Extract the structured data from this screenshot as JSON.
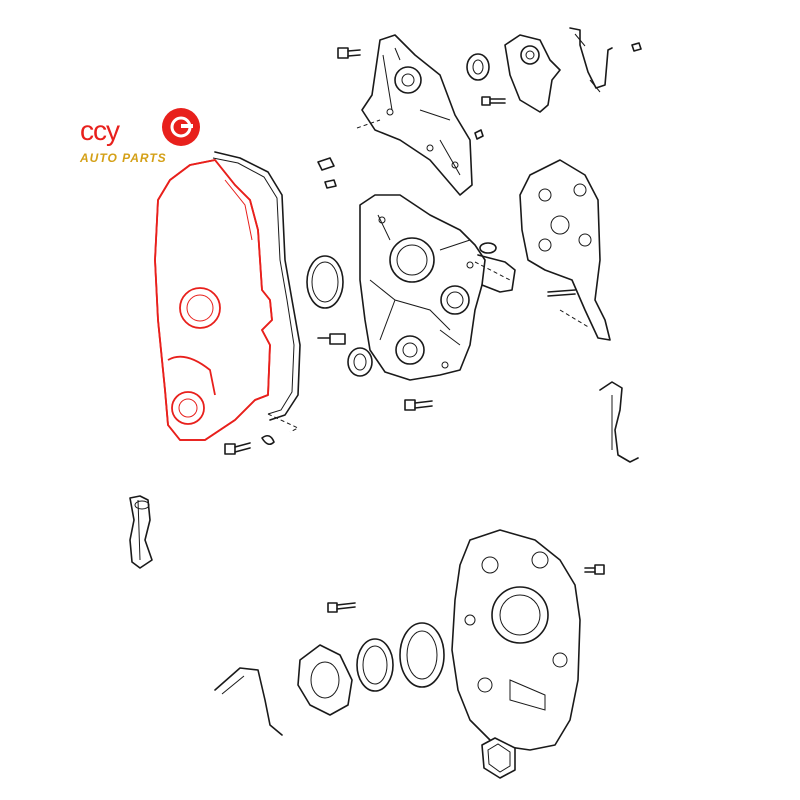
{
  "logo": {
    "brand": "CCY",
    "tagline": "AUTO PARTS",
    "colors": {
      "brand": "#e8201c",
      "tagline": "#d4a017"
    }
  },
  "diagram": {
    "highlight_color": "#e8201c",
    "line_color": "#1a1a1a",
    "highlighted_part": "timing-cover"
  }
}
